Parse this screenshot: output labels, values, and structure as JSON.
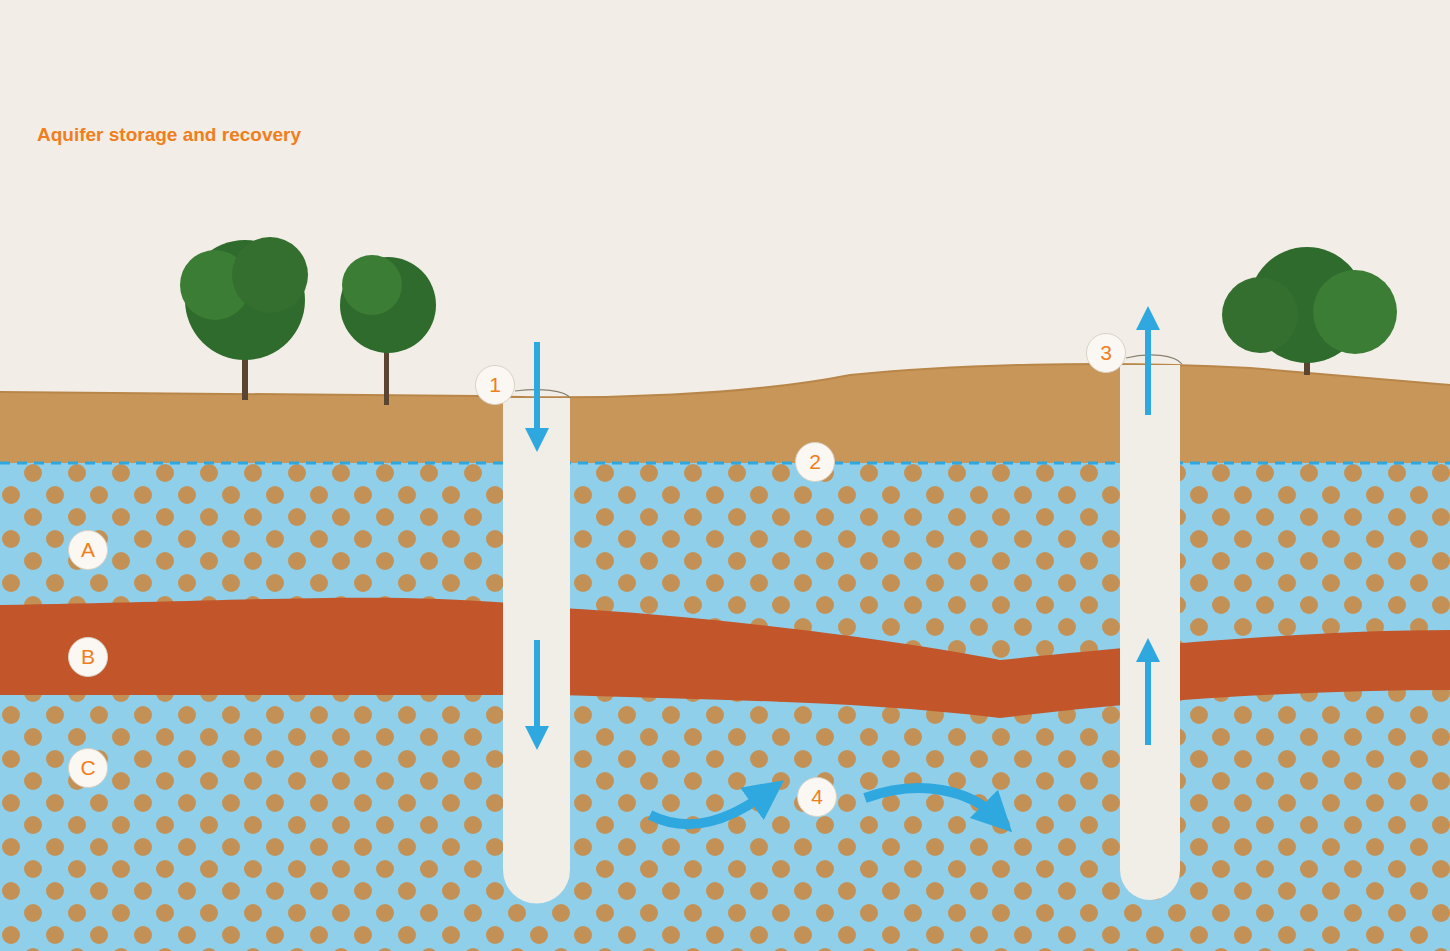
{
  "diagram": {
    "title": "Aquifer storage and recovery",
    "labels": [
      "1",
      "2",
      "3",
      "4",
      "A",
      "B",
      "C"
    ]
  }
}
